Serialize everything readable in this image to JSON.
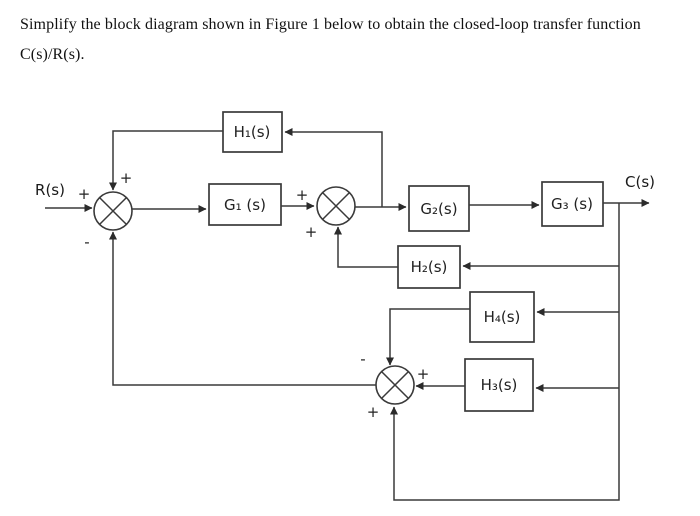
{
  "title": {
    "line1": "Simplify the block diagram shown in Figure 1 below to obtain the closed-loop transfer function",
    "line2": "C(s)/R(s)."
  },
  "diagram": {
    "signals": {
      "input": "R(s)",
      "output": "C(s)"
    },
    "blocks": {
      "h1": "H₁(s)",
      "g1": "G₁ (s)",
      "g2": "G₂(s)",
      "g3": "G₃ (s)",
      "h2": "H₂(s)",
      "h4": "H₄(s)",
      "h3": "H₃(s)"
    },
    "signs": {
      "sum1_left": "+",
      "sum1_top": "+",
      "sum1_bottom": "-",
      "sum2_left": "+",
      "sum2_bottom": "+",
      "sum3_top": "-",
      "sum3_right": "+",
      "sum3_bottom": "+"
    },
    "colors": {
      "line": "#3a3a3a",
      "background": "#ffffff"
    }
  }
}
